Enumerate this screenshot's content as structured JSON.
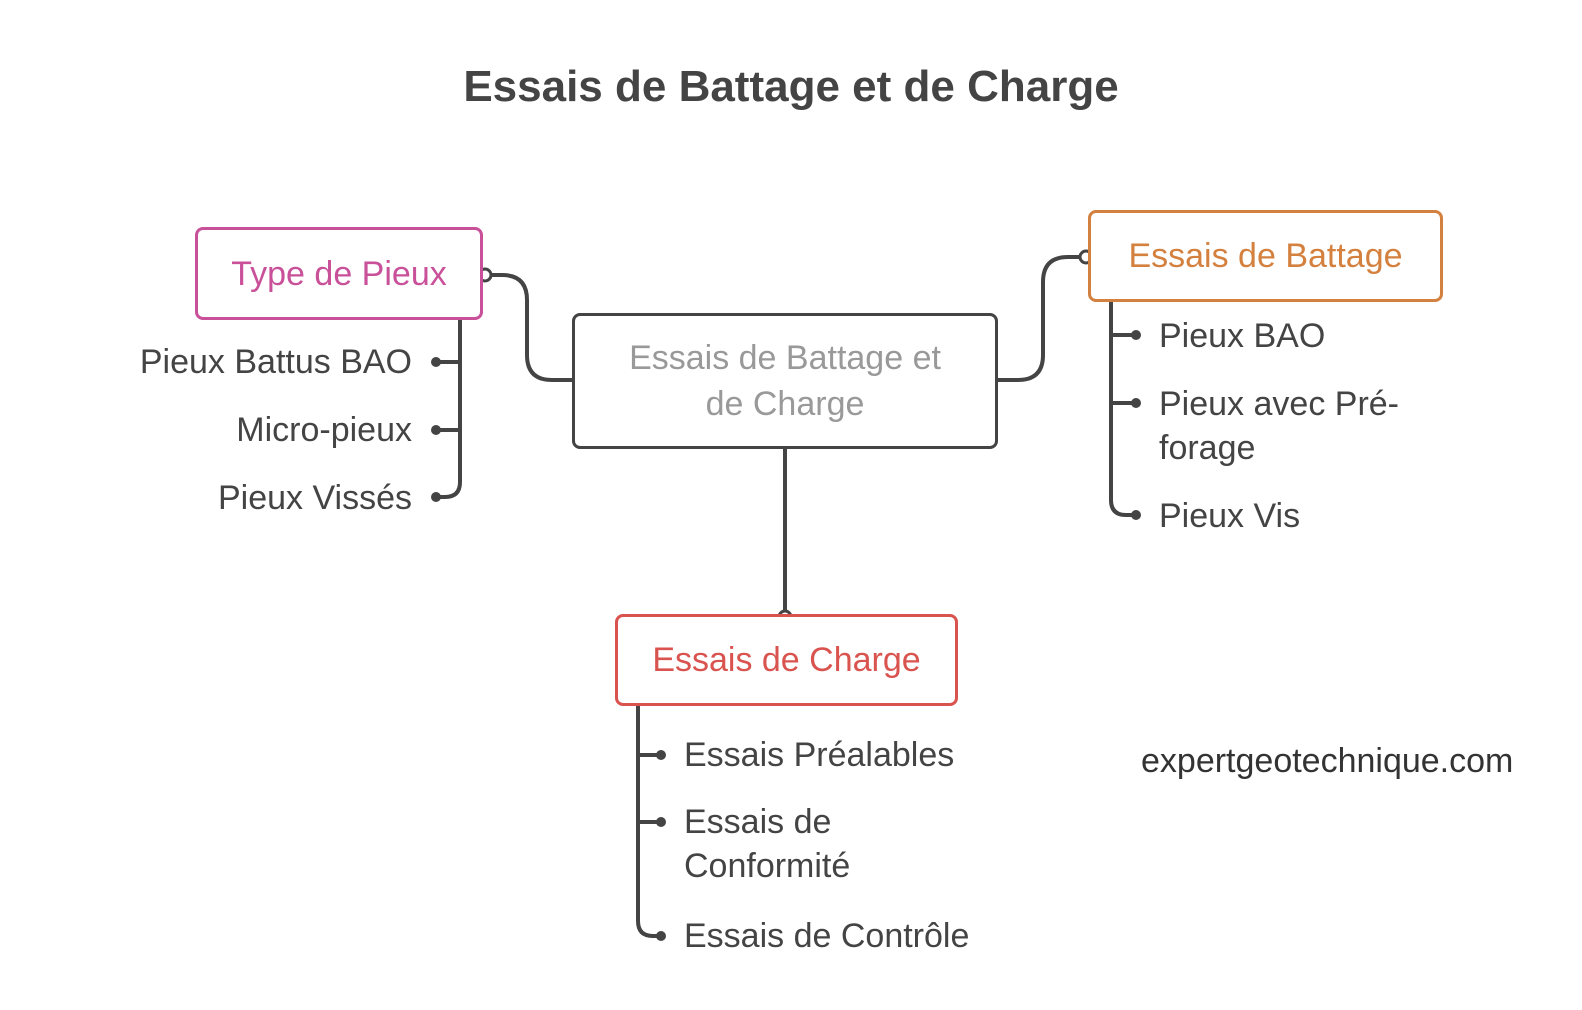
{
  "title": "Essais de Battage et de Charge",
  "central": {
    "label": "Essais de Battage et de Charge",
    "color": "#999999",
    "border": "#444444"
  },
  "branches": {
    "type_pieux": {
      "label": "Type de Pieux",
      "color": "#c9519a",
      "items": [
        "Pieux Battus BAO",
        "Micro-pieux",
        "Pieux Vissés"
      ]
    },
    "essais_battage": {
      "label": "Essais de Battage",
      "color": "#d4803e",
      "items": [
        "Pieux BAO",
        "Pieux avec Pré-forage",
        "Pieux Vis"
      ]
    },
    "essais_charge": {
      "label": "Essais de Charge",
      "color": "#d9534f",
      "items": [
        "Essais Préalables",
        "Essais de Conformité",
        "Essais de Contrôle"
      ]
    }
  },
  "watermark": "expertgeotechnique.com",
  "line_color": "#444444"
}
